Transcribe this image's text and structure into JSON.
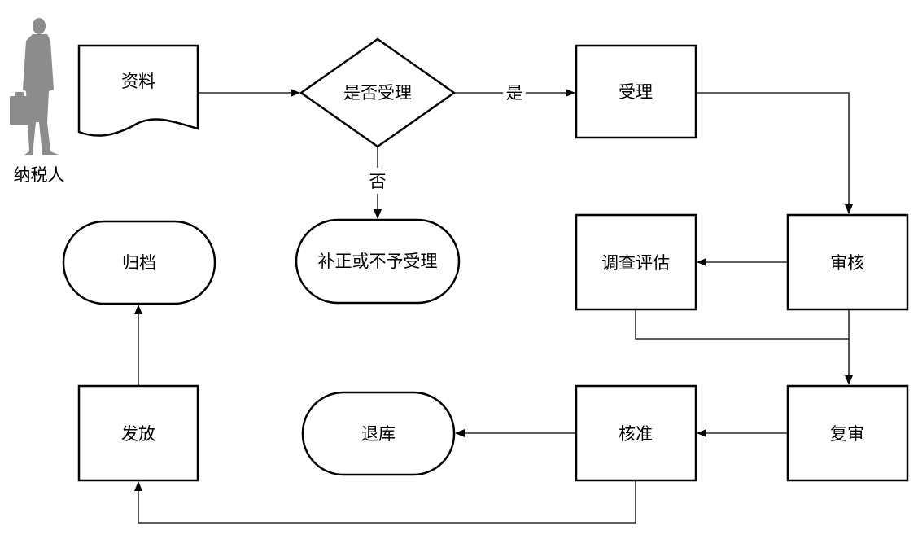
{
  "actor": {
    "label": "纳税人",
    "icon": "businessman-silhouette-icon"
  },
  "nodes": {
    "materials": "资料",
    "decision": "是否受理",
    "accept": "受理",
    "correct": "补正或不予受理",
    "archive": "归档",
    "investigate": "调查评估",
    "audit": "审核",
    "issue": "发放",
    "return": "退库",
    "approve": "核准",
    "review": "复审"
  },
  "edges": {
    "yes": "是",
    "no": "否"
  },
  "colors": {
    "line": "#000000",
    "actor": "#8c8c8c",
    "background": "#ffffff"
  }
}
